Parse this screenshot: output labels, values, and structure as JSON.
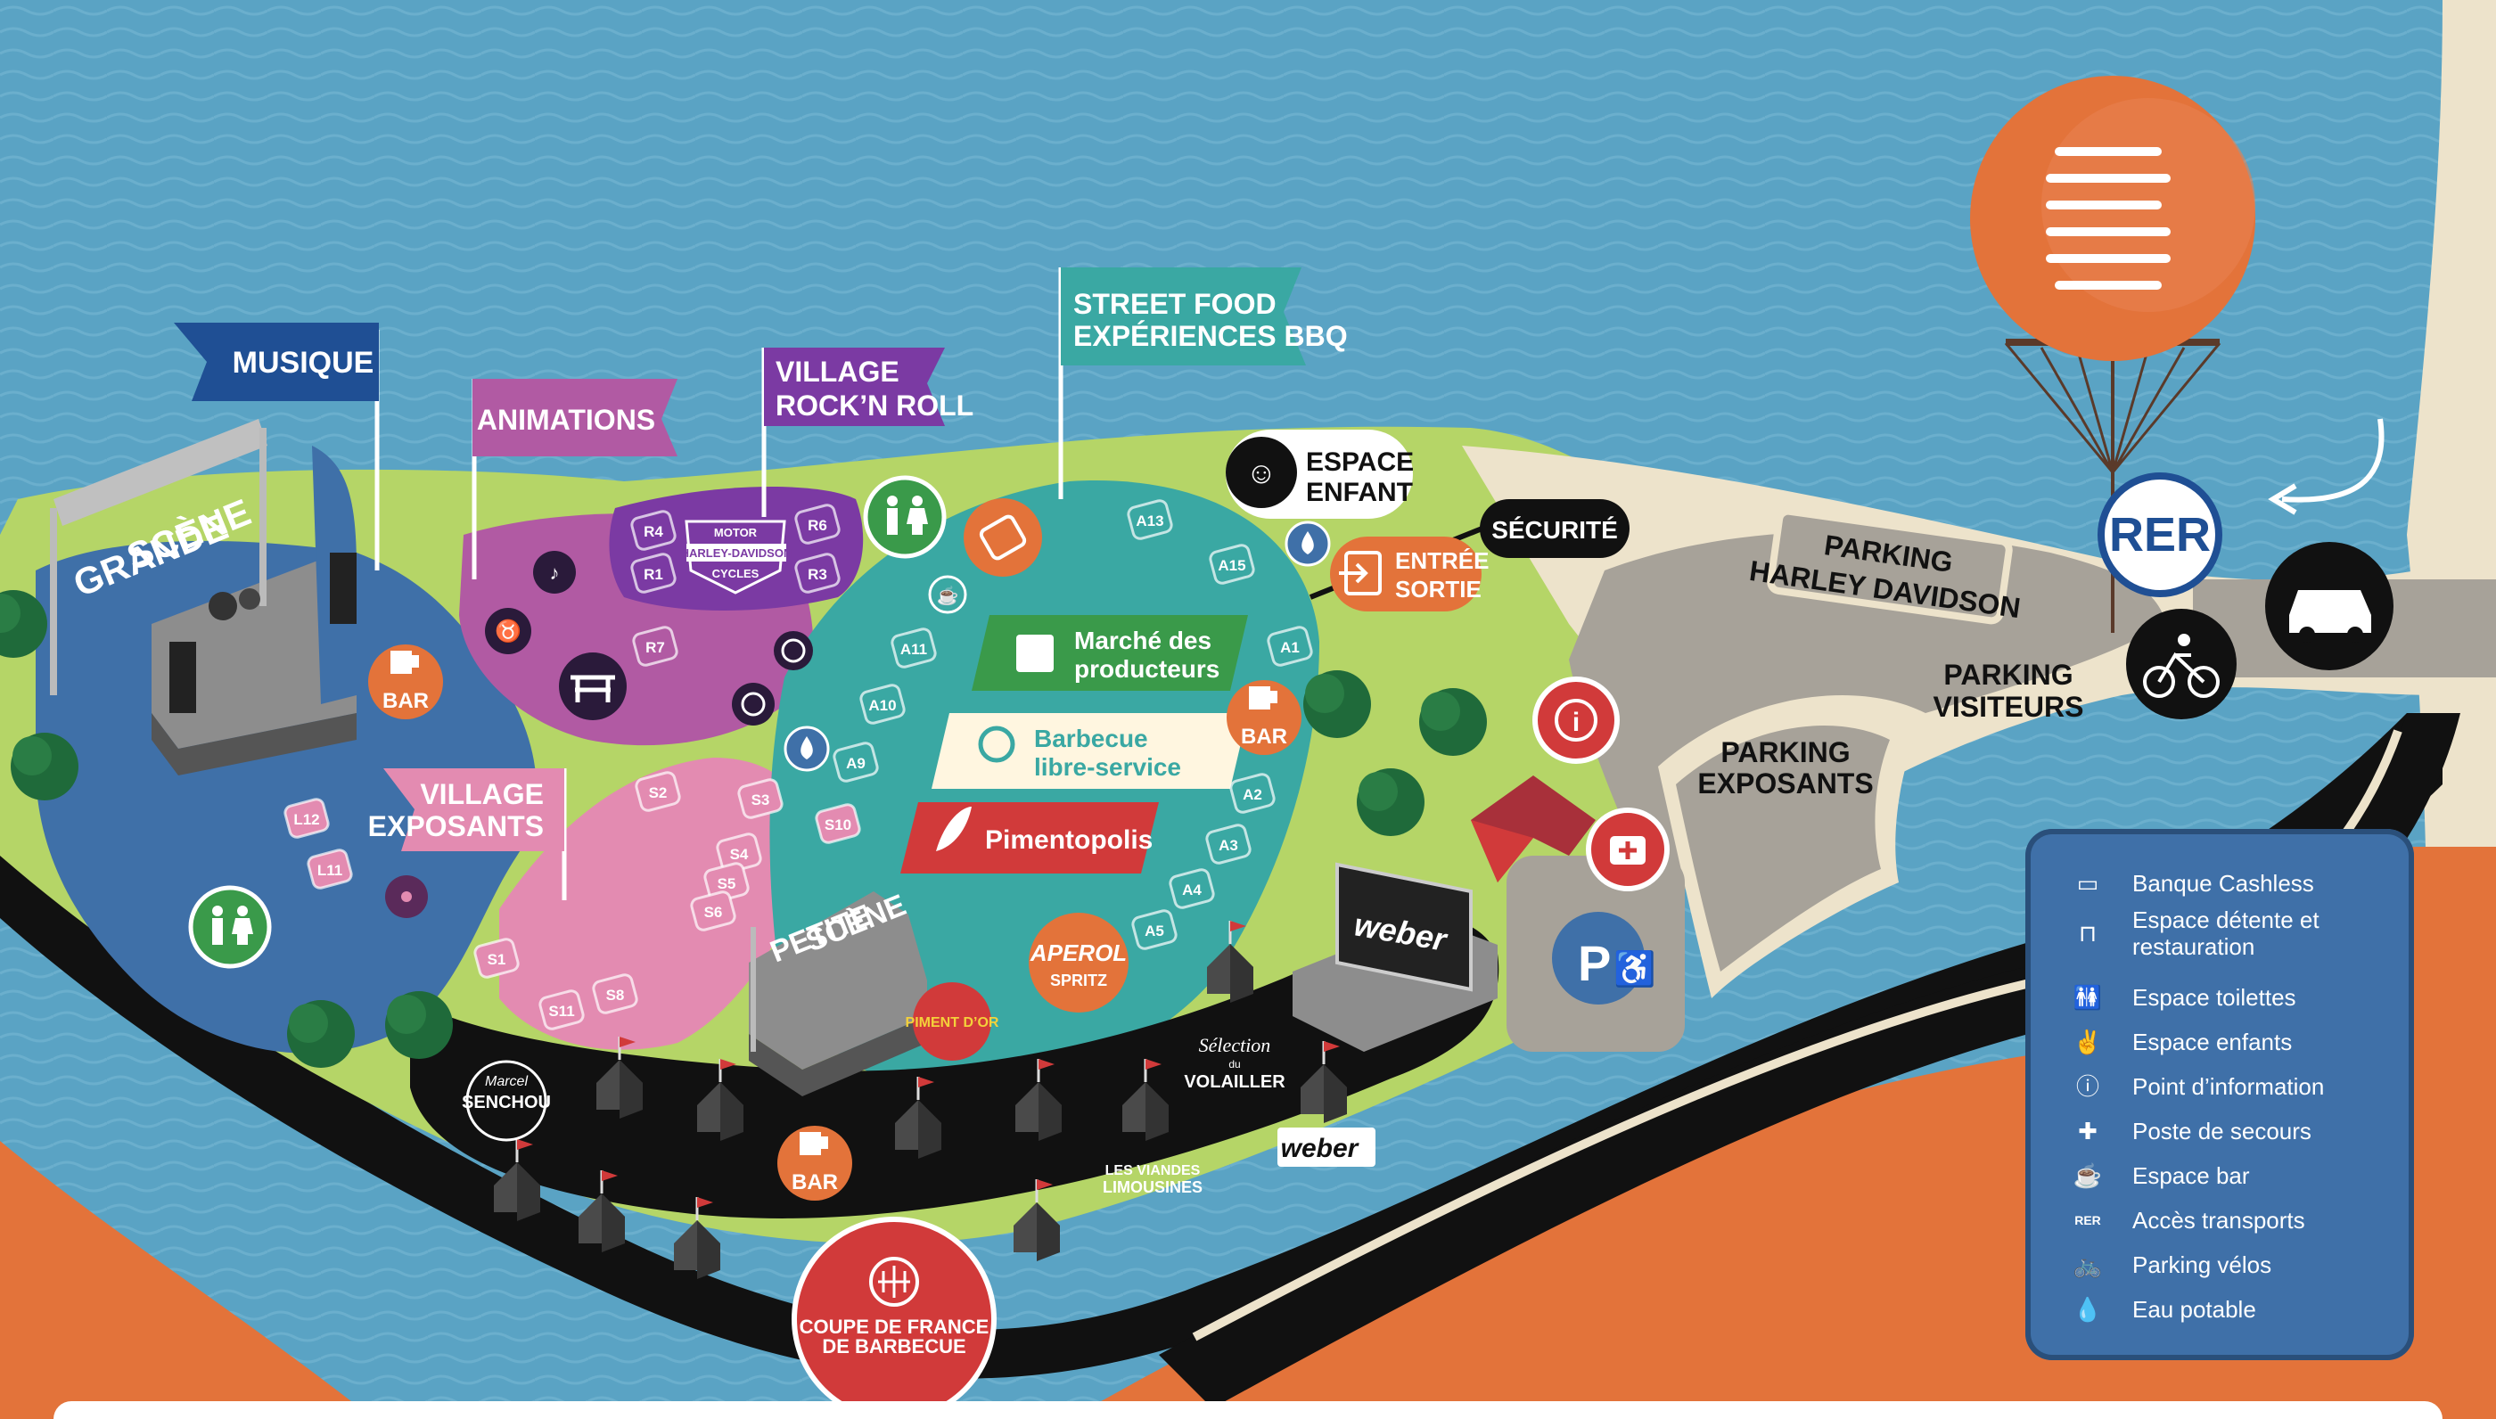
{
  "colors": {
    "water": "#5aa3c4",
    "grass": "#b5d567",
    "road": "#111111",
    "parking": "#a7a299",
    "path": "#ede3cb",
    "blue": "#3f70a8",
    "purple": "#7b3aa3",
    "magenta": "#b15aa3",
    "pink": "#e38bb1",
    "teal": "#3aa8a3",
    "green": "#3a9a4a",
    "orange": "#e3733a",
    "red": "#d13a3a",
    "tree": "#1f6a3a"
  },
  "flags": {
    "musique": "MUSIQUE",
    "animations": "ANIMATIONS",
    "rocknroll": [
      "VILLAGE",
      "ROCK’N ROLL"
    ],
    "streetfood": [
      "STREET FOOD",
      "EXPÉRIENCES BBQ"
    ],
    "exposants": [
      "VILLAGE",
      "EXPOSANTS"
    ]
  },
  "stages": {
    "grande": [
      "GRANDE",
      "SCÈNE"
    ],
    "petite": [
      "PETITE",
      "SCÈNE"
    ],
    "weber": "weber"
  },
  "labels": {
    "bar": "BAR",
    "espace_enfant": [
      "ESPACE",
      "ENFANT"
    ],
    "securite": "SÉCURITÉ",
    "entree": [
      "ENTRÉE",
      "SORTIE"
    ],
    "parking_hd": [
      "PARKING",
      "HARLEY DAVIDSON"
    ],
    "parking_visiteurs": [
      "PARKING",
      "VISITEURS"
    ],
    "parking_exposants": [
      "PARKING",
      "EXPOSANTS"
    ],
    "rer": "RER",
    "marche": [
      "Marché des",
      "producteurs"
    ],
    "barbecue": [
      "Barbecue",
      "libre-service"
    ],
    "pimentopolis": "Pimentopolis",
    "aperol": [
      "APEROL",
      "SPRITZ"
    ],
    "piment": "PIMENT D’OR",
    "coupe": [
      "COUPE DE FRANCE",
      "DE BARBECUE"
    ],
    "senchou": [
      "Marcel",
      "SENCHOU"
    ],
    "selection": [
      "Sélection",
      "du",
      "VOLAILLER"
    ],
    "viandes": [
      "LES VIANDES",
      "LIMOUSINES"
    ],
    "harley": [
      "MOTOR",
      "HARLEY-DAVIDSON",
      "CYCLES"
    ]
  },
  "stands": {
    "rock": [
      "R4",
      "R6",
      "R1",
      "R3",
      "R7"
    ],
    "lounge": [
      "L12",
      "L11"
    ],
    "s": [
      "S2",
      "S3",
      "S4",
      "S5",
      "S6",
      "S1",
      "S11",
      "S8",
      "S10"
    ],
    "a": [
      "A13",
      "A15",
      "A11",
      "A1",
      "A10",
      "A9",
      "A2",
      "A3",
      "A4",
      "A5"
    ]
  },
  "legend": [
    {
      "icon": "cashless-card-icon",
      "label": "Banque Cashless"
    },
    {
      "icon": "picnic-table-icon",
      "label": "Espace détente et restauration"
    },
    {
      "icon": "toilets-icon",
      "label": "Espace toilettes"
    },
    {
      "icon": "children-icon",
      "label": "Espace enfants"
    },
    {
      "icon": "info-icon",
      "label": "Point d’information"
    },
    {
      "icon": "first-aid-icon",
      "label": "Poste de secours"
    },
    {
      "icon": "beer-mug-icon",
      "label": "Espace bar"
    },
    {
      "icon": "rer-icon",
      "label": "Accès transports"
    },
    {
      "icon": "bicycle-icon",
      "label": "Parking vélos"
    },
    {
      "icon": "water-drop-icon",
      "label": "Eau potable"
    }
  ]
}
